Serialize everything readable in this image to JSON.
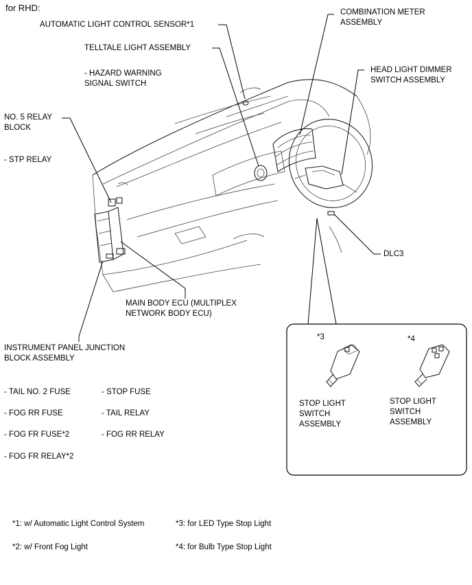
{
  "header": "for RHD:",
  "labels": {
    "auto_sensor": "AUTOMATIC LIGHT CONTROL SENSOR*1",
    "telltale": "TELLTALE LIGHT ASSEMBLY",
    "hazard": "- HAZARD WARNING\nSIGNAL SWITCH",
    "relay_block": "NO. 5 RELAY\nBLOCK",
    "stp_relay": "- STP RELAY",
    "combination_meter": "COMBINATION METER\nASSEMBLY",
    "dimmer_switch": "HEAD LIGHT DIMMER\nSWITCH ASSEMBLY",
    "dlc3": "DLC3",
    "main_body_ecu": "MAIN BODY ECU (MULTIPLEX\nNETWORK BODY ECU)",
    "junction_block": "INSTRUMENT PANEL JUNCTION\nBLOCK ASSEMBLY"
  },
  "fuses": {
    "left": [
      "- TAIL NO. 2 FUSE",
      "- FOG RR FUSE",
      "- FOG FR FUSE*2",
      "- FOG FR RELAY*2"
    ],
    "right": [
      "- STOP FUSE",
      "- TAIL RELAY",
      "- FOG RR RELAY"
    ]
  },
  "inset": {
    "mark3": "*3",
    "mark4": "*4",
    "switch3": "STOP LIGHT\nSWITCH\nASSEMBLY",
    "switch4": "STOP LIGHT\nSWITCH\nASSEMBLY"
  },
  "notes": {
    "n1": "*1: w/ Automatic Light Control System",
    "n2": "*2: w/ Front Fog Light",
    "n3": "*3: for LED Type Stop Light",
    "n4": "*4: for Bulb Type Stop Light"
  }
}
